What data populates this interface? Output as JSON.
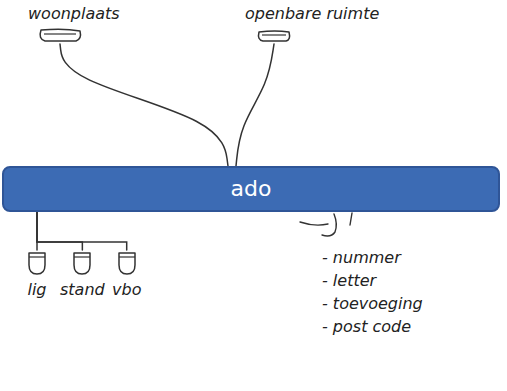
{
  "diagram": {
    "nodes": [
      {
        "text": [
          "woonplaats"
        ]
      },
      {
        "text": [
          "openbare ruimte"
        ]
      },
      {
        "text": [
          "ado"
        ]
      },
      {
        "text": [
          "lig"
        ]
      },
      {
        "text": [
          "stand"
        ]
      },
      {
        "text": [
          "vbo"
        ]
      }
    ],
    "edges": [
      {
        "from": 0,
        "to": 2,
        "arrow": "none"
      },
      {
        "from": 1,
        "to": 2,
        "arrow": "none"
      },
      {
        "from": 2,
        "to": 3,
        "arrow": "none"
      },
      {
        "from": 2,
        "to": 4,
        "arrow": "none"
      },
      {
        "from": 2,
        "to": 5,
        "arrow": "none"
      }
    ],
    "labels": [
      "- nummer",
      "- letter",
      "- toevoeging",
      "- post code"
    ]
  }
}
